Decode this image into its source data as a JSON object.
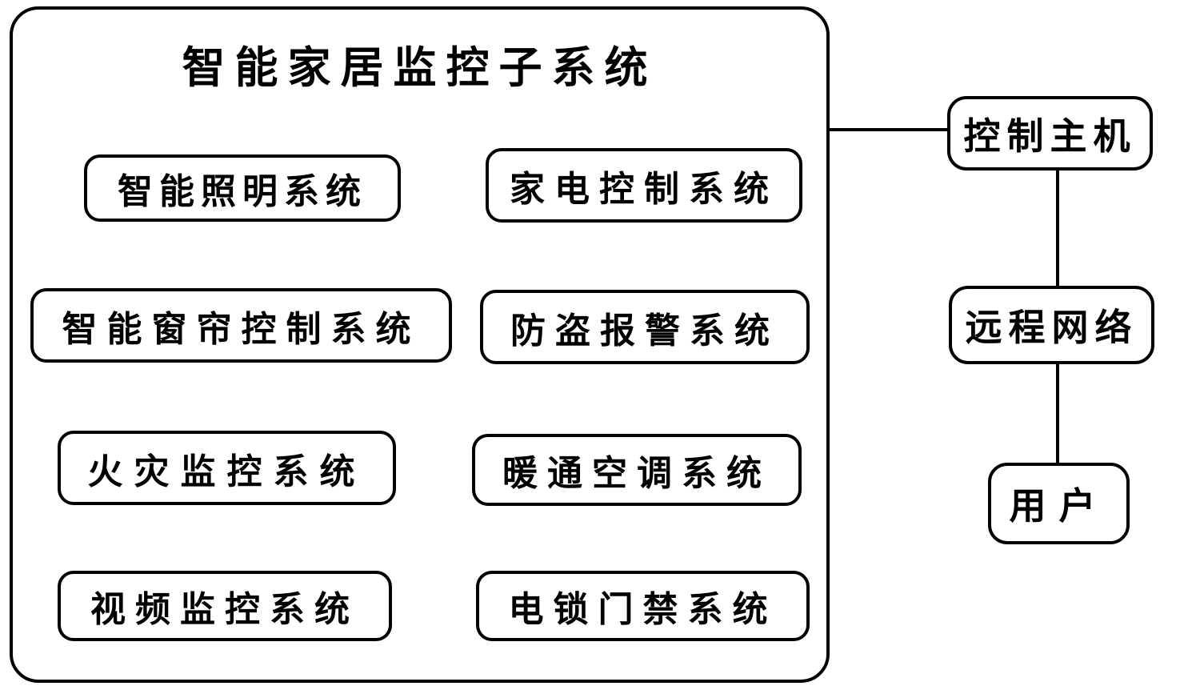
{
  "diagram": {
    "title": "智能家居监控子系统",
    "left_boxes": [
      "智能照明系统",
      "智能窗帘控制系统",
      "火灾监控系统",
      "视频监控系统"
    ],
    "right_boxes": [
      "家电控制系统",
      "防盗报警系统",
      "暖通空调系统",
      "电锁门禁系统"
    ],
    "chain": {
      "control_host": "控制主机",
      "remote_network": "远程网络",
      "user": "用户"
    },
    "colors": {
      "line": "#000000",
      "background": "#ffffff"
    }
  }
}
